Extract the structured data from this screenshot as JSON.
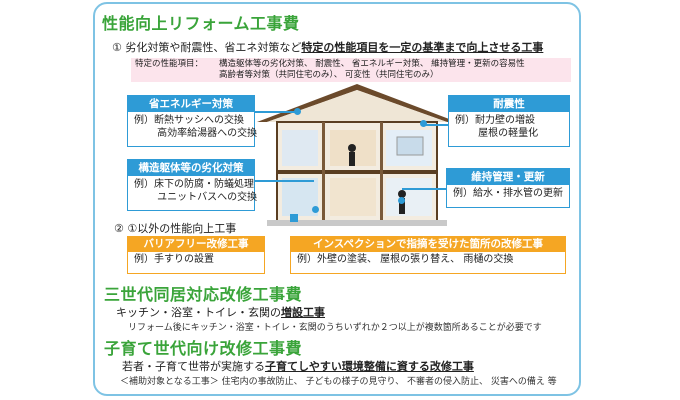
{
  "section1": {
    "heading": "性能向上リフォーム工事費",
    "item1_prefix": "① 劣化対策や耐震性、省エネ対策など",
    "item1_emph": "特定の性能項目を一定の基準まで向上させる工事",
    "pink_label": "特定の性能項目：",
    "pink_text": "構造躯体等の劣化対策、 耐震性、 省エネルギー対策、 維持管理・更新の容易性\n高齢者等対策（共同住宅のみ）、 可変性（共同住宅のみ）",
    "boxes": {
      "energy": {
        "title": "省エネルギー対策",
        "lines": [
          "例）断熱サッシへの交換",
          "　　 高効率給湯器への交換"
        ]
      },
      "deterioration": {
        "title": "構造躯体等の劣化対策",
        "lines": [
          "例）床下の防腐・防蟻処理",
          "　　 ユニットバスへの交換"
        ]
      },
      "seismic": {
        "title": "耐震性",
        "lines": [
          "例）耐力壁の増設",
          "　　 屋根の軽量化"
        ]
      },
      "maintenance": {
        "title": "維持管理・更新",
        "lines": [
          "例）給水・排水管の更新"
        ]
      }
    },
    "item2": "② ①以外の性能向上工事",
    "barrier_free": {
      "title": "バリアフリー改修工事",
      "line": "例）手すりの設置"
    },
    "inspection": {
      "title": "インスペクションで指摘を受けた箇所の改修工事",
      "line": "例）外壁の塗装、 屋根の張り替え、 雨樋の交換"
    }
  },
  "section2": {
    "heading": "三世代同居対応改修工事費",
    "line1_prefix": "キッチン・浴室・トイレ・玄関の",
    "line1_emph": "増設工事",
    "line2": "リフォーム後にキッチン・浴室・トイレ・玄関のうちいずれか２つ以上が複数箇所あることが必要です"
  },
  "section3": {
    "heading": "子育て世代向け改修工事費",
    "line1_prefix": "若者・子育て世帯が実施する",
    "line1_emph": "子育てしやすい環境整備に資する改修工事",
    "line2": "＜補助対象となる工事＞ 住宅内の事故防止、 子どもの様子の見守り、 不審者の侵入防止、 災害への備え 等"
  },
  "colors": {
    "heading_green": "#3aa43a",
    "box_blue": "#2e9bd6",
    "box_orange": "#f5a623",
    "frame_blue": "#7ec3e4",
    "pink": "#fce4ec"
  }
}
